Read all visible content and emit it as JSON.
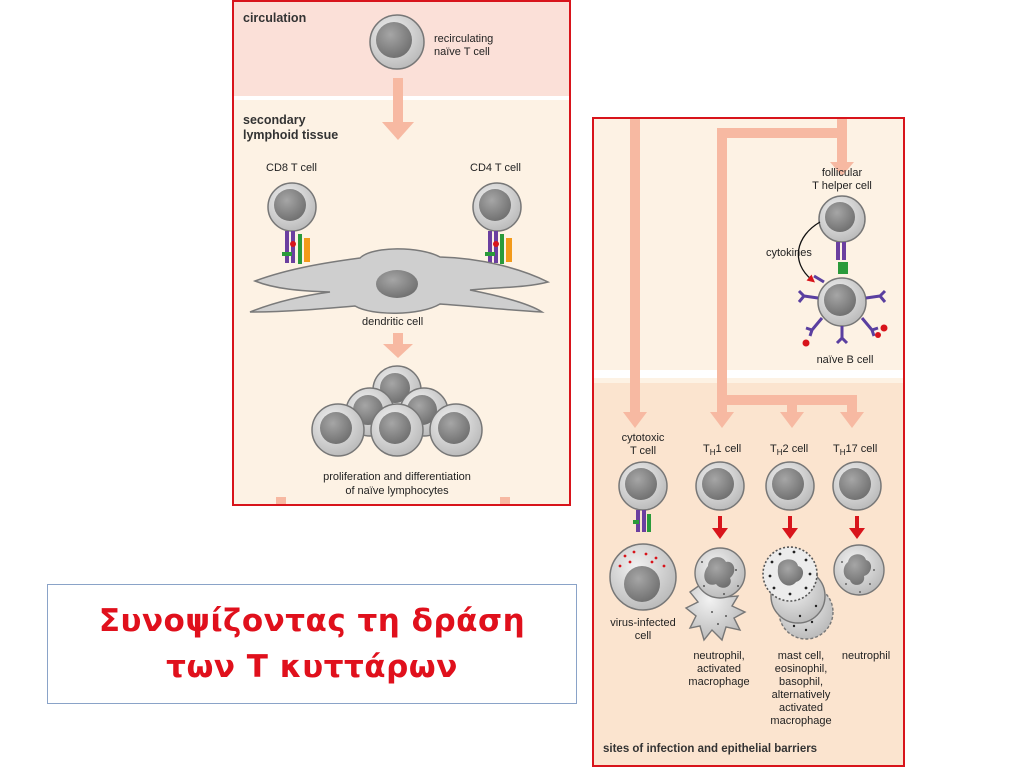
{
  "colors": {
    "frame": "#d8141b",
    "circulation_bg": "#fbe0d8",
    "tissue_bg": "#fdf2e4",
    "arrow": "#f7b9a2",
    "red_arrow": "#d8141b",
    "cell_fill": "#d4d4d4",
    "nucleus": "#8c8c8c",
    "title_text": "#e0101c",
    "title_border": "#8aa3c8"
  },
  "left_panel": {
    "circulation_label": "circulation",
    "recirculating_label_1": "recirculating",
    "recirculating_label_2": "naïve T cell",
    "secondary_label_1": "secondary",
    "secondary_label_2": "lymphoid tissue",
    "cd8_label": "CD8 T cell",
    "cd4_label": "CD4 T cell",
    "dendritic_label": "dendritic cell",
    "prolif_label_1": "proliferation and differentiation",
    "prolif_label_2": "of naïve lymphocytes"
  },
  "right_panel": {
    "follicular_label_1": "follicular",
    "follicular_label_2": "T helper cell",
    "cytokines_label": "cytokines",
    "naive_b_label": "naïve B cell",
    "cytotoxic_label_1": "cytotoxic",
    "cytotoxic_label_2": "T cell",
    "th1_main": "T",
    "th1_sub": "H",
    "th1_rest": "1 cell",
    "th2_main": "T",
    "th2_sub": "H",
    "th2_rest": "2 cell",
    "th17_main": "T",
    "th17_sub": "H",
    "th17_rest": "17 cell",
    "virus_label_1": "virus-infected",
    "virus_label_2": "cell",
    "neutro_mac_1": "neutrophil,",
    "neutro_mac_2": "activated",
    "neutro_mac_3": "macrophage",
    "mast_1": "mast cell,",
    "mast_2": "eosinophil,",
    "mast_3": "basophil,",
    "mast_4": "alternatively",
    "mast_5": "activated",
    "mast_6": "macrophage",
    "neutrophil_label": "neutrophil",
    "sites_label": "sites of infection and epithelial barriers"
  },
  "title": {
    "line1": "Συνοψίζοντας τη δράση",
    "line2": "των Τ κυττάρων"
  }
}
